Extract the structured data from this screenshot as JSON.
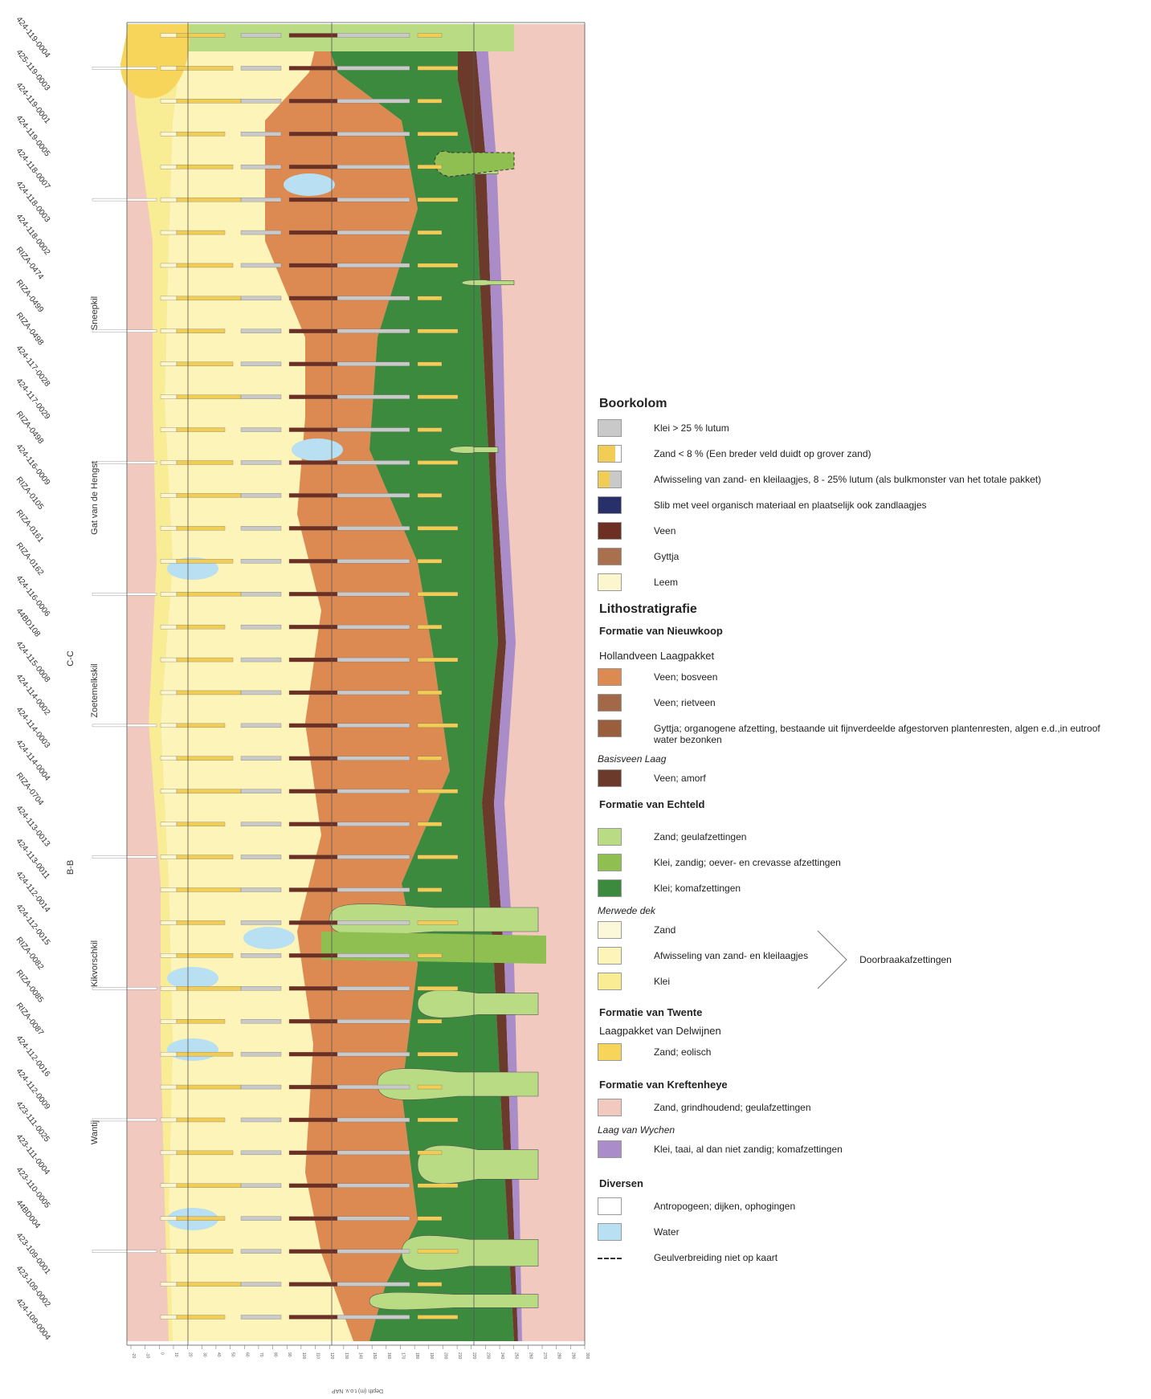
{
  "section": {
    "boreholes": [
      "424-119-0004",
      "425-119-0003",
      "424-119-0001",
      "424-119-0005",
      "424-118-0007",
      "424-118-0003",
      "424-118-0002",
      "RIZA-0474",
      "RIZA-0499",
      "RIZA-0498",
      "424-117-0028",
      "424-117-0029",
      "RIZA-0498",
      "424-116-0009",
      "RIZA-0105",
      "RIZA-0161",
      "RIZA-0162",
      "424-116-0006",
      "44BD108",
      "424-115-0008",
      "424-114-0002",
      "424-114-0003",
      "424-114-0004",
      "RIZA-0704",
      "424-113-0013",
      "424-113-0011",
      "424-112-0014",
      "424-112-0015",
      "RIZA-0082",
      "RIZA-0085",
      "RIZA-0087",
      "424-112-0016",
      "424-112-0009",
      "423-111-0025",
      "423-111-0004",
      "423-110-0005",
      "44BD004",
      "423-109-0001",
      "423-109-0002",
      "424-109-0004"
    ],
    "places": [
      "Sneepkil",
      "Gat van de Hengst",
      "Zoetemelkskil",
      "Kikvorschkil",
      "Wantij"
    ],
    "section_marks": [
      "C-C",
      "B-B"
    ],
    "axis_ticks": [
      "-20",
      "-10",
      "0",
      "10",
      "20",
      "30",
      "40",
      "50",
      "60",
      "70",
      "80",
      "90",
      "100",
      "110",
      "120",
      "130",
      "140",
      "150",
      "160",
      "170",
      "180",
      "190",
      "200",
      "210",
      "220",
      "230",
      "240",
      "250",
      "260",
      "270",
      "280",
      "290",
      "300"
    ],
    "axis_title": "Depth (m) t.o.v. NAP"
  },
  "colors": {
    "kreftenheye": "#f2c9bf",
    "wychen": "#a98cc8",
    "echteld_sand": "#b9db84",
    "echteld_sandy_clay": "#8ebf50",
    "echteld_clay": "#3c8a3e",
    "bosveen": "#dc8a52",
    "rietveen": "#a36848",
    "gyttja_hv": "#9a5e3c",
    "basisveen": "#6b3a2a",
    "merwede_sand": "#fbf8d9",
    "merwede_alt": "#fcf4b8",
    "merwede_clay": "#f8ec94",
    "twente_eolisch": "#f6d55a",
    "water": "#b8dff2",
    "antropogeen": "#ffffff",
    "bore_klei": "#c9c9c9",
    "bore_zand": "#f2cd55",
    "bore_slib": "#28306a",
    "bore_veen": "#6e2f23",
    "bore_gyttja": "#a8704c",
    "bore_leem": "#fbf6cd"
  },
  "legend": {
    "boorkolom_title": "Boorkolom",
    "boorkolom_items": [
      "Klei > 25 % lutum",
      "Zand < 8 %  (Een breder veld duidt op grover zand)",
      "Afwisseling van zand- en kleilaagjes, 8 - 25% lutum (als bulkmonster van het totale pakket)",
      "Slib met veel organisch materiaal en plaatselijk ook zandlaagjes",
      "Veen",
      "Gyttja",
      "Leem"
    ],
    "litho_title": "Lithostratigrafie",
    "nieuwkoop": {
      "title": "Formatie van Nieuwkoop",
      "sub1": "Hollandveen Laagpakket",
      "items1": [
        "Veen; bosveen",
        "Veen; rietveen",
        "Gyttja; organogene afzetting, bestaande uit fijnverdeelde afgestorven plantenresten, algen e.d.,in eutroof water bezonken"
      ],
      "sub2": "Basisveen Laag",
      "items2": [
        "Veen; amorf"
      ]
    },
    "echteld": {
      "title": "Formatie van Echteld",
      "items": [
        "Zand; geulafzettingen",
        "Klei, zandig; oever- en crevasse afzettingen",
        "Klei; komafzettingen"
      ],
      "sub": "Merwede dek",
      "merwede_items": [
        "Zand",
        "Afwisseling van zand- en  kleilaagjes",
        "Klei"
      ],
      "group_label": "Doorbraakafzettingen"
    },
    "twente": {
      "title": "Formatie van Twente",
      "sub": "Laagpakket van Delwijnen",
      "items": [
        "Zand; eolisch"
      ]
    },
    "kreftenheye": {
      "title": "Formatie van Kreftenheye",
      "items": [
        "Zand, grindhoudend; geulafzettingen"
      ],
      "sub": "Laag van Wychen",
      "sub_items": [
        "Klei, taai, al dan niet zandig; komafzettingen"
      ]
    },
    "diversen": {
      "title": "Diversen",
      "items": [
        "Antropogeen; dijken, ophogingen",
        "Water",
        "Geulverbreiding niet op kaart"
      ]
    }
  }
}
